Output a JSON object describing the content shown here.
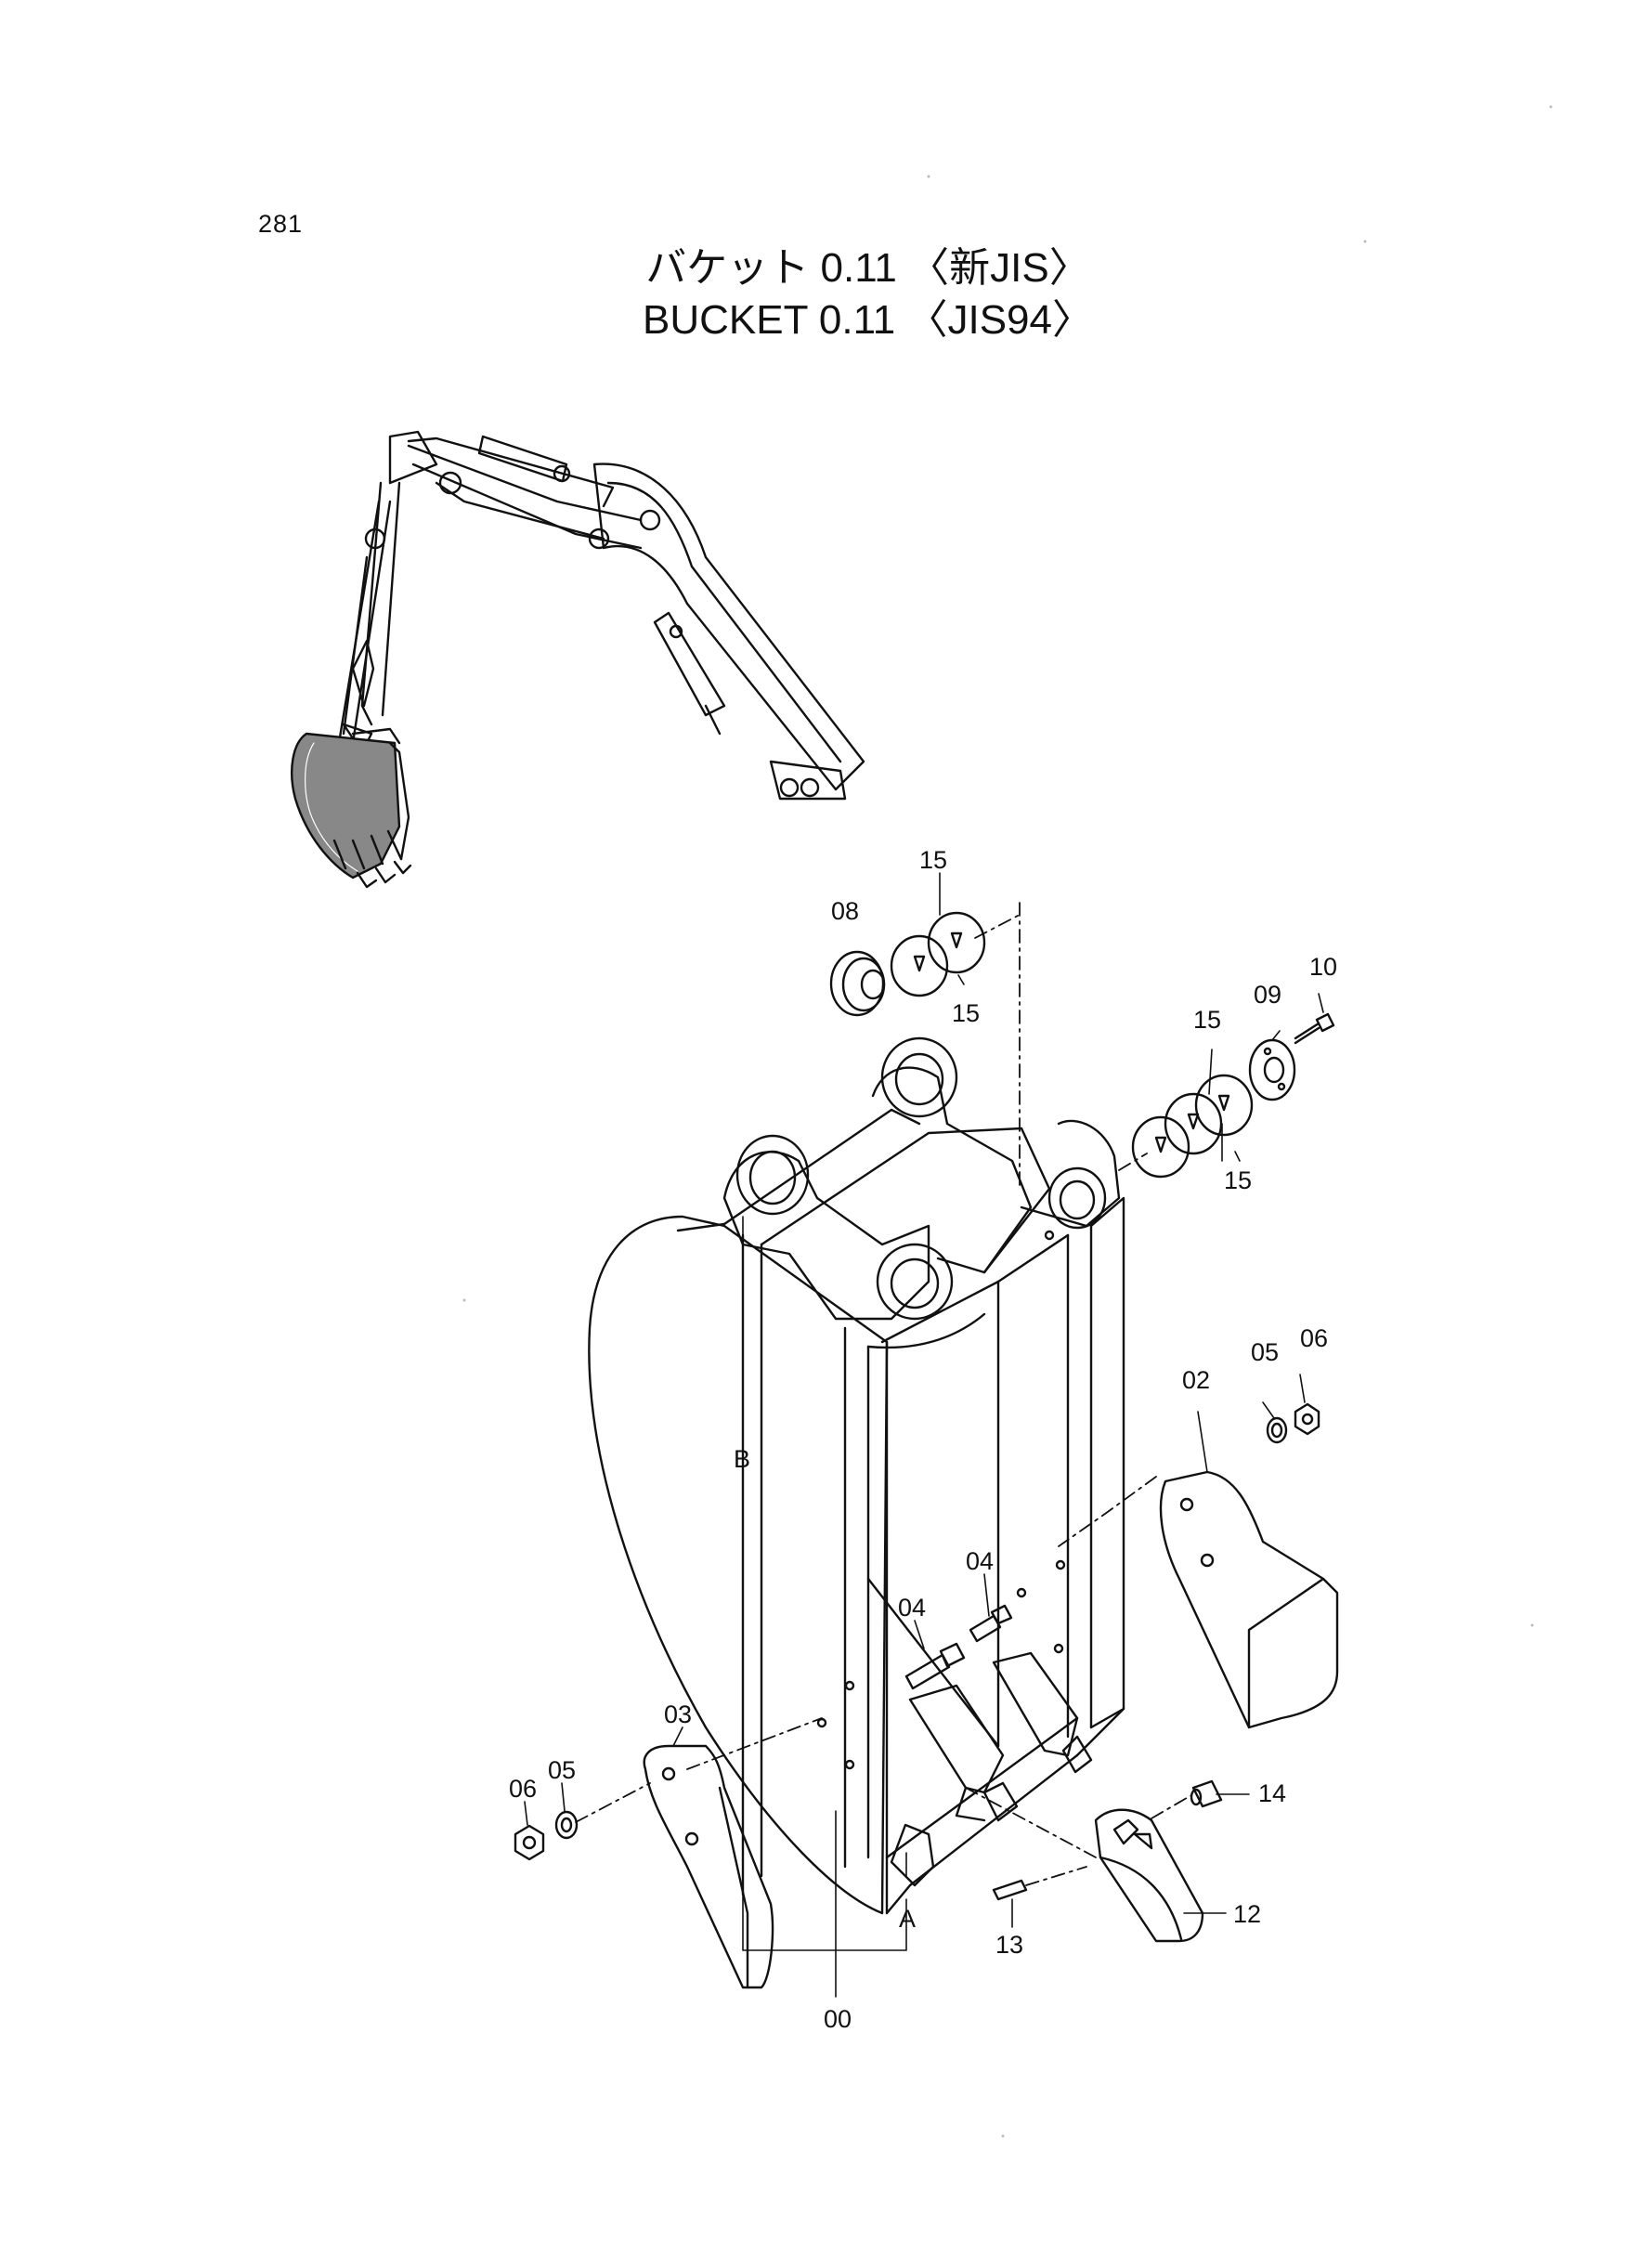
{
  "page_number": "281",
  "title_jp": "バケット 0.11 〈新JIS〉",
  "title_en": "BUCKET  0.11 〈JIS94〉",
  "callouts": {
    "c00": "00",
    "c02": "02",
    "c03": "03",
    "c04a": "04",
    "c04b": "04",
    "c05a": "05",
    "c05b": "05",
    "c06a": "06",
    "c06b": "06",
    "c08": "08",
    "c09": "09",
    "c10": "10",
    "c12": "12",
    "c13": "13",
    "c14": "14",
    "c15a": "15",
    "c15b": "15",
    "c15c": "15",
    "c15d": "15",
    "refA": "A",
    "refB": "B"
  }
}
